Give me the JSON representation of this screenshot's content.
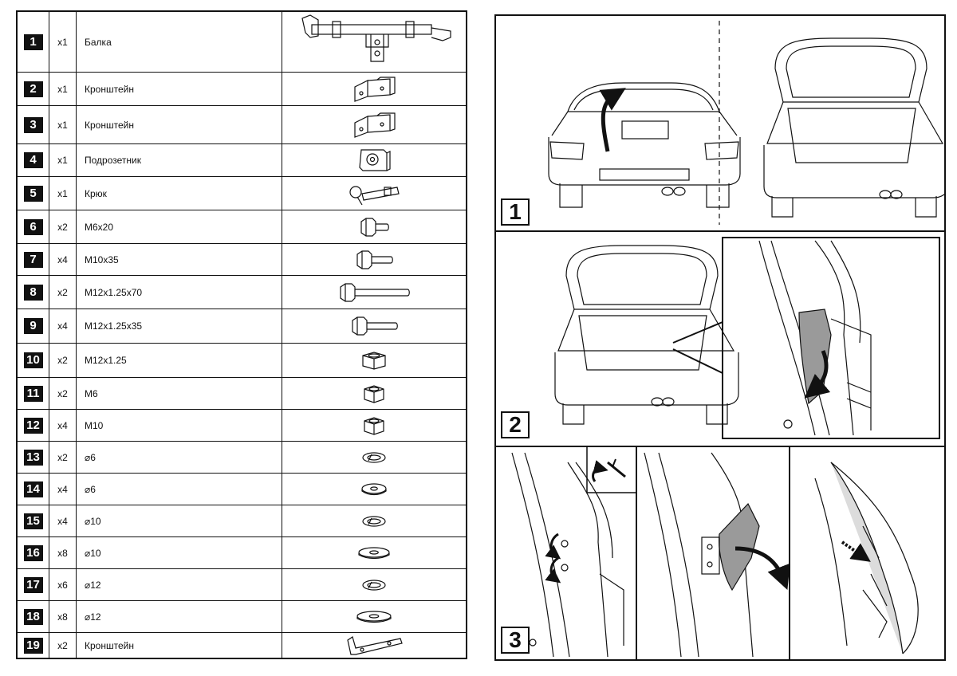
{
  "parts": [
    {
      "num": "1",
      "qty": "x1",
      "name": "Балка",
      "icon": "tow-beam"
    },
    {
      "num": "2",
      "qty": "x1",
      "name": "Кронштейн",
      "icon": "bracket"
    },
    {
      "num": "3",
      "qty": "x1",
      "name": "Кронштейн",
      "icon": "bracket"
    },
    {
      "num": "4",
      "qty": "x1",
      "name": "Подрозетник",
      "icon": "socket-plate"
    },
    {
      "num": "5",
      "qty": "x1",
      "name": "Крюк",
      "icon": "tow-ball-hook"
    },
    {
      "num": "6",
      "qty": "x2",
      "name": "M6x20",
      "icon": "bolt"
    },
    {
      "num": "7",
      "qty": "x4",
      "name": "M10x35",
      "icon": "bolt"
    },
    {
      "num": "8",
      "qty": "x2",
      "name": "M12x1.25x70",
      "icon": "bolt"
    },
    {
      "num": "9",
      "qty": "x4",
      "name": "M12x1.25x35",
      "icon": "bolt"
    },
    {
      "num": "10",
      "qty": "x2",
      "name": "M12x1.25",
      "icon": "nut"
    },
    {
      "num": "11",
      "qty": "x2",
      "name": "M6",
      "icon": "nut"
    },
    {
      "num": "12",
      "qty": "x4",
      "name": "M10",
      "icon": "nut"
    },
    {
      "num": "13",
      "qty": "x2",
      "name": "⌀6",
      "icon": "spring-washer"
    },
    {
      "num": "14",
      "qty": "x4",
      "name": "⌀6",
      "icon": "flat-washer"
    },
    {
      "num": "15",
      "qty": "x4",
      "name": "⌀10",
      "icon": "spring-washer"
    },
    {
      "num": "16",
      "qty": "x8",
      "name": "⌀10",
      "icon": "flat-washer"
    },
    {
      "num": "17",
      "qty": "x6",
      "name": "⌀12",
      "icon": "spring-washer"
    },
    {
      "num": "18",
      "qty": "x8",
      "name": "⌀12",
      "icon": "flat-washer"
    },
    {
      "num": "19",
      "qty": "x2",
      "name": "Кронштейн",
      "icon": "flat-bracket"
    }
  ],
  "steps": [
    {
      "num": "1",
      "icon": "open-tailgate"
    },
    {
      "num": "2",
      "icon": "remove-side-trim"
    },
    {
      "num": "3",
      "icon": "unscrew-remove-trim"
    }
  ],
  "colors": {
    "line": "#111111",
    "trim_fill": "#9a9a9a",
    "lamp_fill": "#dcdcdc"
  }
}
